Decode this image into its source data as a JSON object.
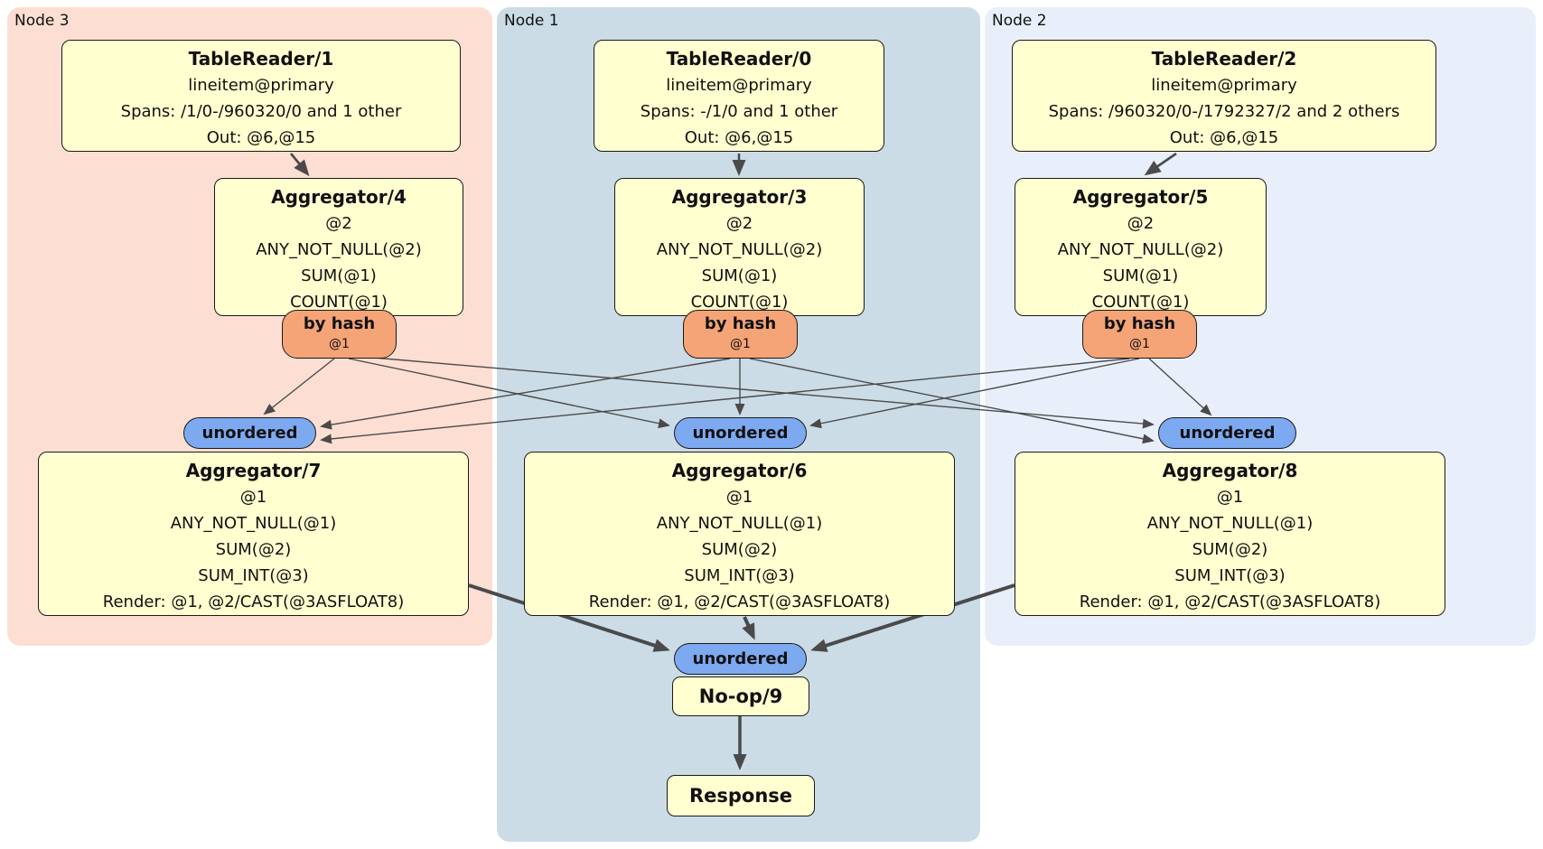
{
  "clusters": [
    {
      "label": "Node 3"
    },
    {
      "label": "Node 1"
    },
    {
      "label": "Node 2"
    }
  ],
  "boxes": {
    "tr1": {
      "title": "TableReader/1",
      "lines": [
        "lineitem@primary",
        "Spans: /1/0-/960320/0 and 1 other",
        "Out: @6,@15"
      ]
    },
    "tr0": {
      "title": "TableReader/0",
      "lines": [
        "lineitem@primary",
        "Spans: -/1/0 and 1 other",
        "Out: @6,@15"
      ]
    },
    "tr2": {
      "title": "TableReader/2",
      "lines": [
        "lineitem@primary",
        "Spans: /960320/0-/1792327/2 and 2 others",
        "Out: @6,@15"
      ]
    },
    "agg4": {
      "title": "Aggregator/4",
      "lines": [
        "@2",
        "ANY_NOT_NULL(@2)",
        "SUM(@1)",
        "COUNT(@1)"
      ]
    },
    "agg3": {
      "title": "Aggregator/3",
      "lines": [
        "@2",
        "ANY_NOT_NULL(@2)",
        "SUM(@1)",
        "COUNT(@1)"
      ]
    },
    "agg5": {
      "title": "Aggregator/5",
      "lines": [
        "@2",
        "ANY_NOT_NULL(@2)",
        "SUM(@1)",
        "COUNT(@1)"
      ]
    },
    "agg7": {
      "title": "Aggregator/7",
      "lines": [
        "@1",
        "ANY_NOT_NULL(@1)",
        "SUM(@2)",
        "SUM_INT(@3)",
        "Render: @1, @2/CAST(@3ASFLOAT8)"
      ]
    },
    "agg6": {
      "title": "Aggregator/6",
      "lines": [
        "@1",
        "ANY_NOT_NULL(@1)",
        "SUM(@2)",
        "SUM_INT(@3)",
        "Render: @1, @2/CAST(@3ASFLOAT8)"
      ]
    },
    "agg8": {
      "title": "Aggregator/8",
      "lines": [
        "@1",
        "ANY_NOT_NULL(@1)",
        "SUM(@2)",
        "SUM_INT(@3)",
        "Render: @1, @2/CAST(@3ASFLOAT8)"
      ]
    },
    "noop": {
      "title": "No-op/9"
    },
    "response": {
      "title": "Response"
    }
  },
  "routers": {
    "by_hash": {
      "label": "by hash",
      "key": "@1"
    },
    "unordered": {
      "label": "unordered"
    }
  },
  "colors": {
    "node3_bg": "#fcdfd2",
    "node1_bg": "#ccdce6",
    "node2_bg": "#e9effa",
    "processor_bg": "#ffffd0",
    "by_hash_bg": "#f4a476",
    "unordered_bg": "#7da9f0",
    "border": "#1a1a1a",
    "edge": "#4a4a4a"
  }
}
